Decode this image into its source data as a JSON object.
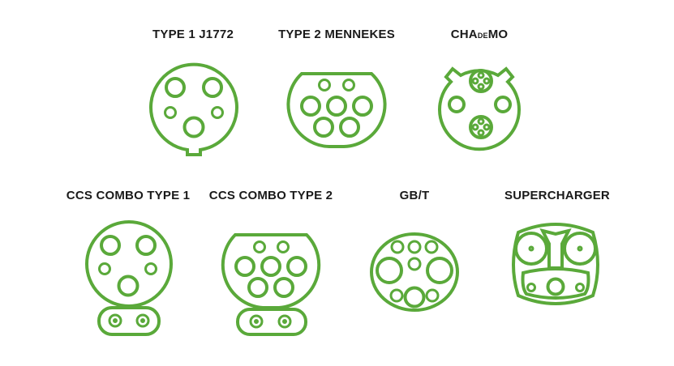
{
  "connectors": [
    {
      "id": "type1",
      "label": "TYPE 1 J1772"
    },
    {
      "id": "type2",
      "label": "TYPE 2 MENNEKES"
    },
    {
      "id": "chademo",
      "label_parts": [
        "CHA",
        "DE",
        "MO"
      ]
    },
    {
      "id": "ccs1",
      "label": "CCS COMBO TYPE 1"
    },
    {
      "id": "ccs2",
      "label": "CCS COMBO TYPE 2"
    },
    {
      "id": "gbt",
      "label": "GB/T"
    },
    {
      "id": "supercharger",
      "label": "SUPERCHARGER"
    }
  ],
  "colors": {
    "outline": "#5aa93a",
    "text": "#1a1a1a",
    "background": "#ffffff"
  }
}
